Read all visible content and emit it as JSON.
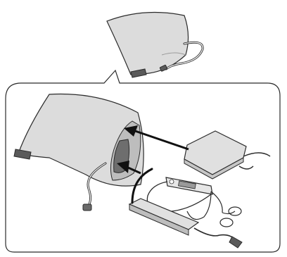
{
  "figure": {
    "panels": [
      "small-pouch-overview",
      "enlarged-callout"
    ],
    "items_shown": [
      "pouch",
      "cd-player",
      "remote-control",
      "earphones",
      "ac-adaptor"
    ],
    "printed_text": [],
    "colors": {
      "line": "#2b2b2b",
      "pouch_fill": "#dcdcdc",
      "pouch_shade": "#c6c6c6",
      "device_fill": "#e0e0e0",
      "arrow": "#111111"
    }
  }
}
